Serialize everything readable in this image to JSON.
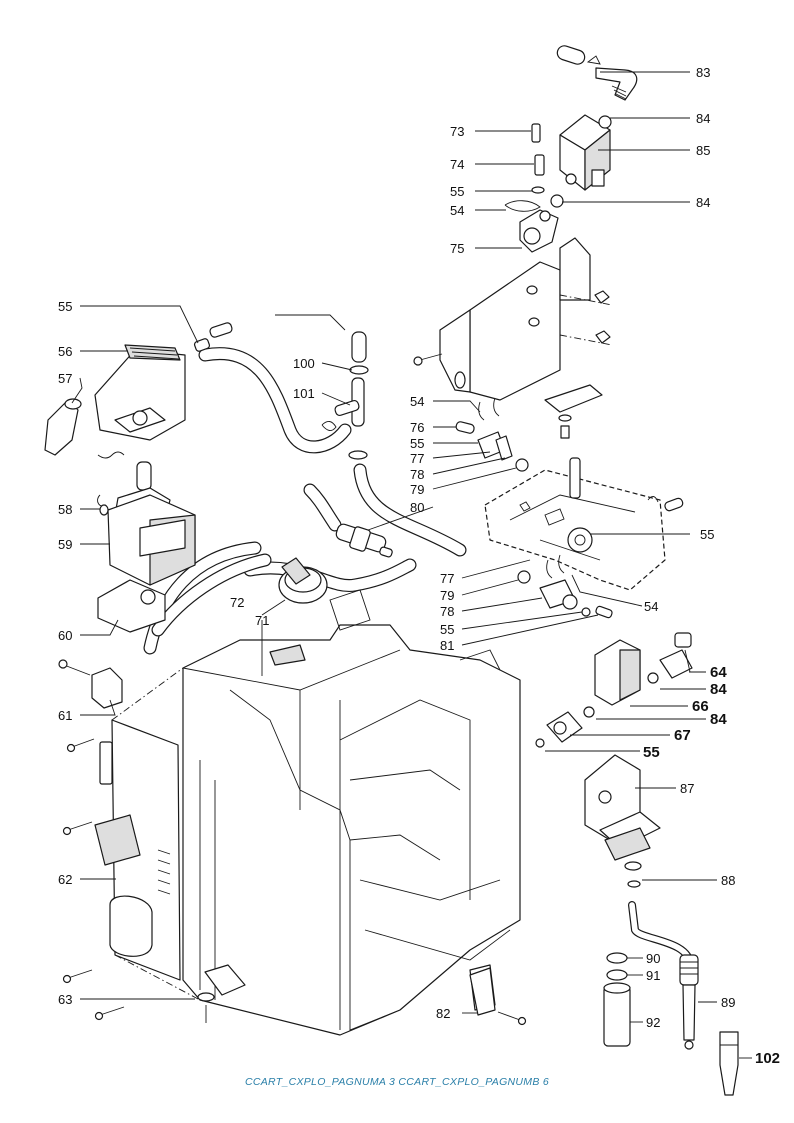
{
  "footer": {
    "text": "CCART_CXPLO_PAGNUMA 3 CCART_CXPLO_PAGNUMB 6",
    "color": "#2a7fa8"
  },
  "labels": {
    "p55": "55",
    "p56": "56",
    "p57": "57",
    "p58": "58",
    "p59": "59",
    "p60": "60",
    "p61": "61",
    "p62": "62",
    "p63": "63",
    "p64": "64",
    "p66": "66",
    "p67": "67",
    "p71": "71",
    "p72": "72",
    "p73": "73",
    "p74": "74",
    "p75": "75",
    "p76": "76",
    "p77": "77",
    "p78": "78",
    "p79": "79",
    "p80": "80",
    "p81": "81",
    "p82": "82",
    "p83": "83",
    "p84": "84",
    "p85": "85",
    "p87": "87",
    "p88": "88",
    "p89": "89",
    "p90": "90",
    "p91": "91",
    "p92": "92",
    "p100": "100",
    "p101": "101",
    "p54": "54",
    "p102": "102"
  }
}
